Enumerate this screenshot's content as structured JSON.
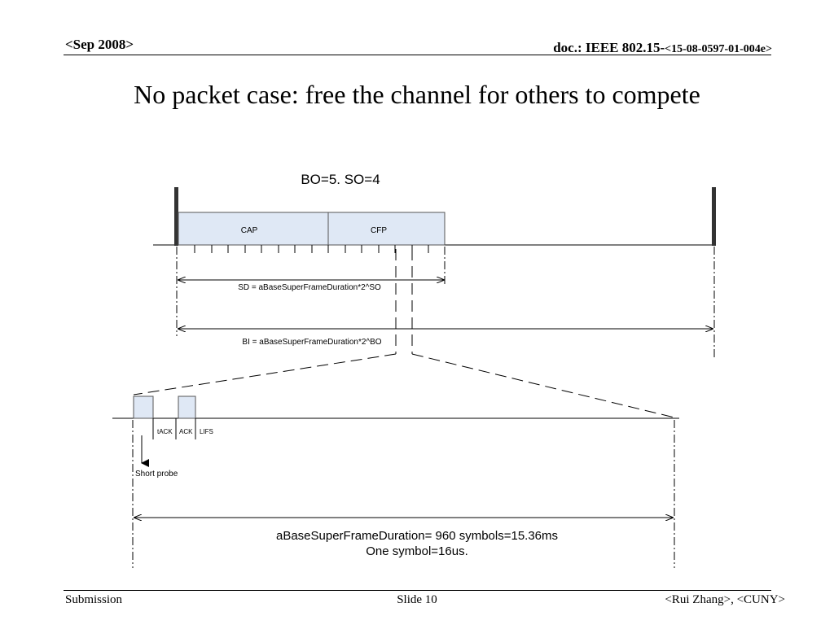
{
  "header": {
    "date": "<Sep 2008>",
    "doc_prefix": "doc.: IEEE 802.15-",
    "doc_number": "<15-08-0597-01-004e>"
  },
  "slide": {
    "title": "No packet case: free the channel for others to compete"
  },
  "diagram": {
    "params": "BO=5. SO=4",
    "cap_label": "CAP",
    "cfp_label": "CFP",
    "sd_label": "SD = aBaseSuperFrameDuration*2^SO",
    "bi_label": "BI = aBaseSuperFrameDuration*2^BO",
    "tack_label": "tACK",
    "ack_label": "ACK",
    "lifs_label": "LIFS",
    "probe_label": "Short probe",
    "duration_line1": "aBaseSuperFrameDuration= 960 symbols=15.36ms",
    "duration_line2": "One symbol=16us."
  },
  "footer": {
    "left": "Submission",
    "center": "Slide 10",
    "right": "<Rui Zhang>, <CUNY>"
  }
}
